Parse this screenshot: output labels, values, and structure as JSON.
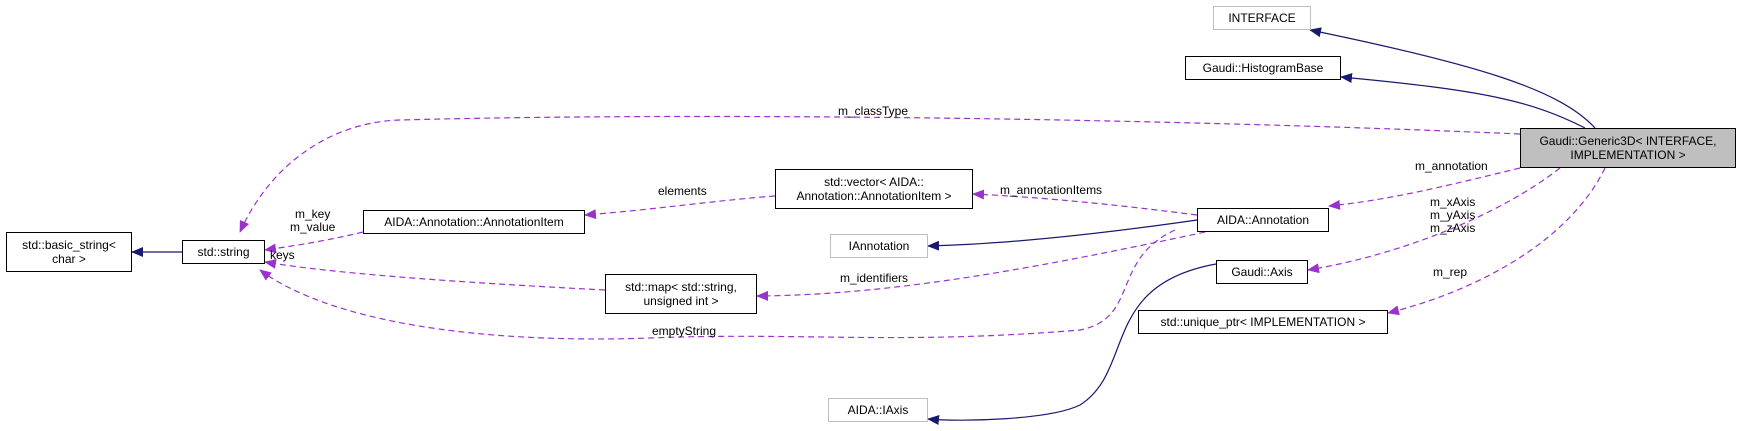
{
  "diagram": {
    "nodes": {
      "interface": "INTERFACE",
      "histogram_base": "Gaudi::HistogramBase",
      "generic3d": "Gaudi::Generic3D< INTERFACE,\nIMPLEMENTATION >",
      "basic_string": "std::basic_string<\nchar >",
      "std_string": "std::string",
      "annotation_item": "AIDA::Annotation::AnnotationItem",
      "vector_items": "std::vector< AIDA::\nAnnotation::AnnotationItem >",
      "iannotation": "IAnnotation",
      "aida_annotation": "AIDA::Annotation",
      "map_identifiers": "std::map< std::string,\nunsigned int >",
      "gaudi_axis": "Gaudi::Axis",
      "unique_ptr": "std::unique_ptr< IMPLEMENTATION >",
      "aida_iaxis": "AIDA::IAxis"
    },
    "edge_labels": {
      "m_classType": "m_classType",
      "m_annotation": "m_annotation",
      "elements": "elements",
      "m_annotationItems": "m_annotationItems",
      "m_key_value": "m_key\nm_value",
      "keys": "keys",
      "m_identifiers": "m_identifiers",
      "emptyString": "emptyString",
      "axes": "m_xAxis\nm_yAxis\nm_zAxis",
      "m_rep": "m_rep"
    },
    "colors": {
      "inheritance": "#191970",
      "usage": "#9a32cd",
      "focus_fill": "#bfbfbf",
      "external_border": "#bfbfbf"
    }
  }
}
